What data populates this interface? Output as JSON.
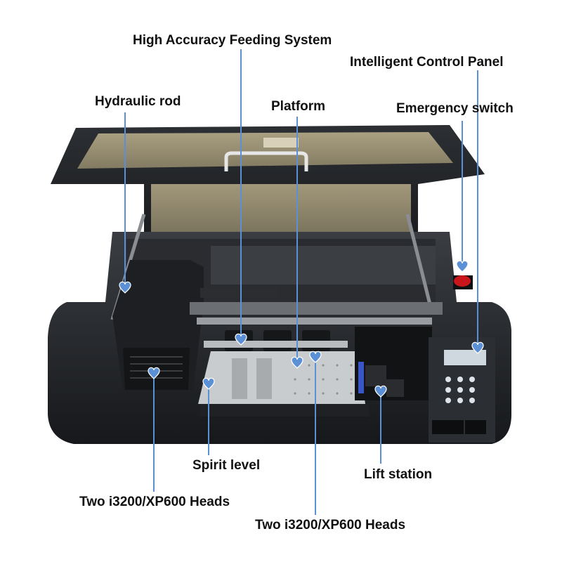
{
  "accent_color": "#5b8fd6",
  "labels": {
    "feeding": "High Accuracy Feeding System",
    "control_panel": "Intelligent Control Panel",
    "hydraulic": "Hydraulic rod",
    "platform": "Platform",
    "emergency": "Emergency switch",
    "spirit": "Spirit level",
    "lift": "Lift station",
    "heads_left": "Two i3200/XP600 Heads",
    "heads_center": "Two i3200/XP600 Heads"
  }
}
